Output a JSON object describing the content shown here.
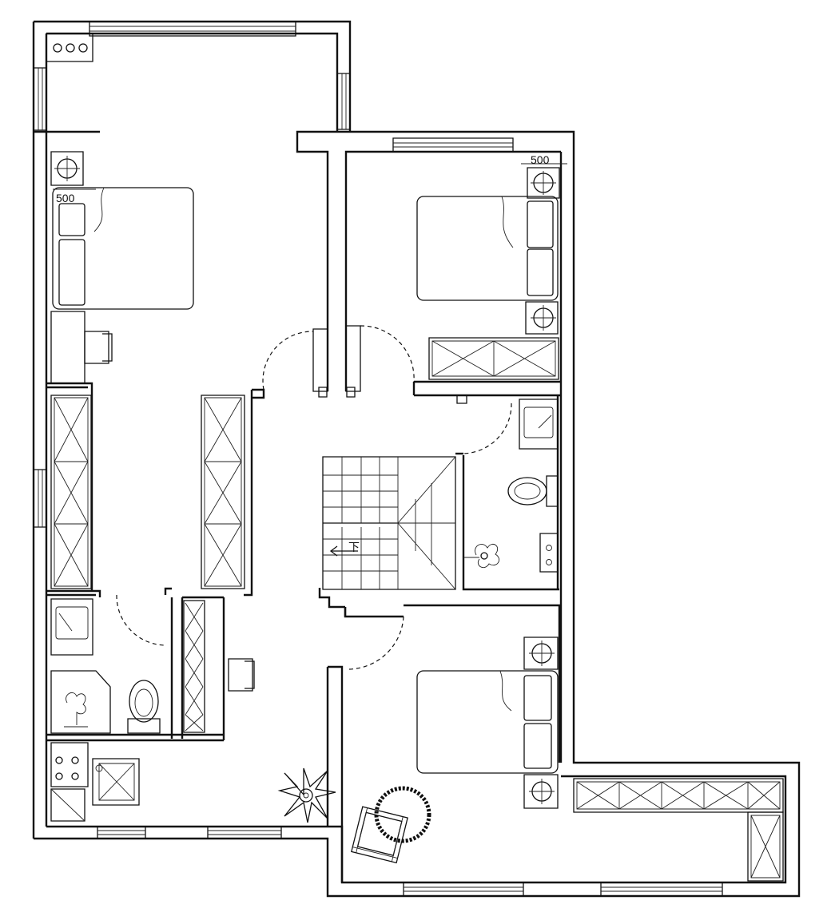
{
  "dimensions": {
    "left_bedroom": "500",
    "right_bedroom": "500"
  },
  "stair": {
    "direction_label": "下"
  },
  "icons": [
    "stove-burner-icon",
    "bed-icon",
    "wardrobe-icon",
    "toilet-icon",
    "sink-icon",
    "shower-icon",
    "plant-icon",
    "armchair-icon",
    "round-table-icon",
    "stair-icon",
    "door-swing-icon",
    "window-icon"
  ]
}
